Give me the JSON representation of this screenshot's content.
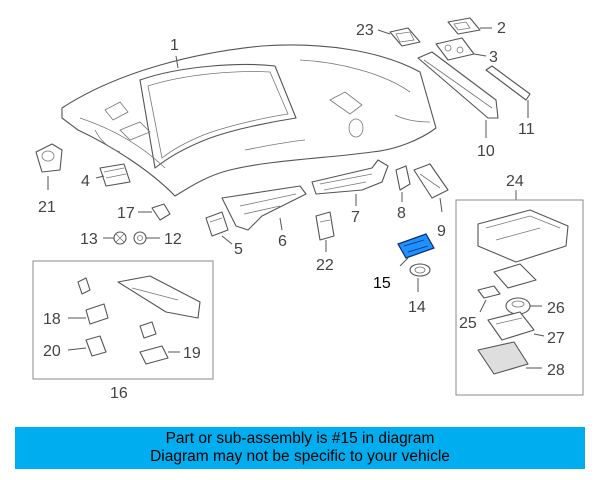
{
  "callouts": {
    "c1": "1",
    "c2": "2",
    "c3": "3",
    "c4": "4",
    "c5": "5",
    "c6": "6",
    "c7": "7",
    "c8": "8",
    "c9": "9",
    "c10": "10",
    "c11": "11",
    "c12": "12",
    "c13": "13",
    "c14": "14",
    "c15": "15",
    "c16": "16",
    "c17": "17",
    "c18": "18",
    "c19": "19",
    "c20": "20",
    "c21": "21",
    "c22": "22",
    "c23": "23",
    "c24": "24",
    "c25": "25",
    "c26": "26",
    "c27": "27",
    "c28": "28"
  },
  "highlight_color": "#1e90ff",
  "caption": {
    "background_color": "#00aeef",
    "line1": "Part or sub-assembly is #15 in diagram",
    "line2": "Diagram may not be specific to your vehicle"
  }
}
